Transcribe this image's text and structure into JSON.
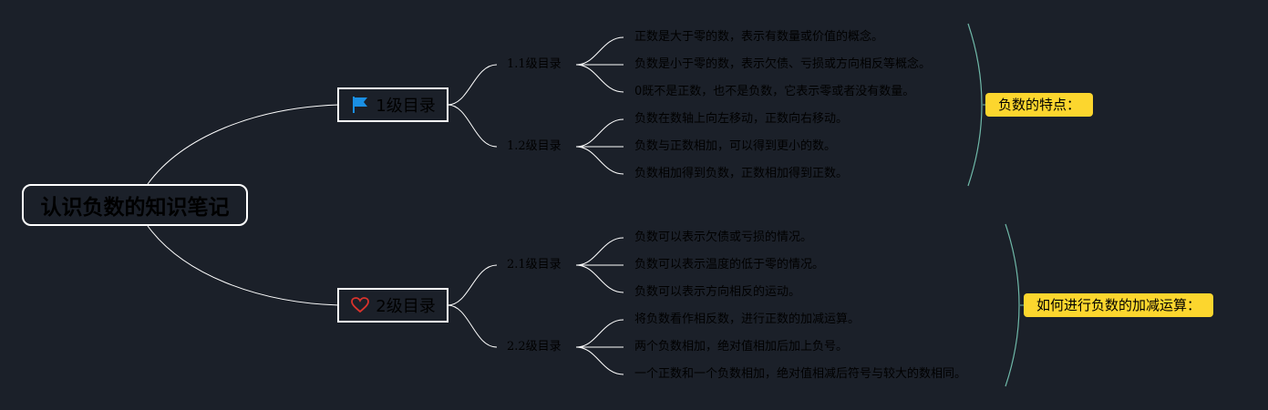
{
  "mindmap": {
    "root": {
      "label": "认识负数的知识笔记"
    },
    "branches": [
      {
        "label": "1级目录",
        "icon": "flag-icon",
        "icon_color": "#1a8fe3",
        "subtopics": [
          {
            "label": "1.1级目录",
            "items": [
              "正数是大于零的数，表示有数量或价值的概念。",
              "负数是小于零的数，表示欠债、亏损或方向相反等概念。",
              "0既不是正数，也不是负数，它表示零或者没有数量。"
            ]
          },
          {
            "label": "1.2级目录",
            "items": [
              "负数在数轴上向左移动，正数向右移动。",
              "负数与正数相加，可以得到更小的数。",
              "负数相加得到负数，正数相加得到正数。"
            ]
          }
        ],
        "summary": "负数的特点："
      },
      {
        "label": "2级目录",
        "icon": "heart-icon",
        "icon_color": "#d9332c",
        "subtopics": [
          {
            "label": "2.1级目录",
            "items": [
              "负数可以表示欠债或亏损的情况。",
              "负数可以表示温度的低于零的情况。",
              "负数可以表示方向相反的运动。"
            ]
          },
          {
            "label": "2.2级目录",
            "items": [
              "将负数看作相反数，进行正数的加减运算。",
              "两个负数相加，绝对值相加后加上负号。",
              "一个正数和一个负数相加，绝对值相减后符号与较大的数相同。"
            ]
          }
        ],
        "summary": "如何进行负数的加减运算："
      }
    ],
    "colors": {
      "background": "#1b2029",
      "connector": "#ffffff",
      "summary_bracket": "#6fb8a8",
      "summary_fill": "#fcd62e",
      "text": "#000000"
    }
  }
}
